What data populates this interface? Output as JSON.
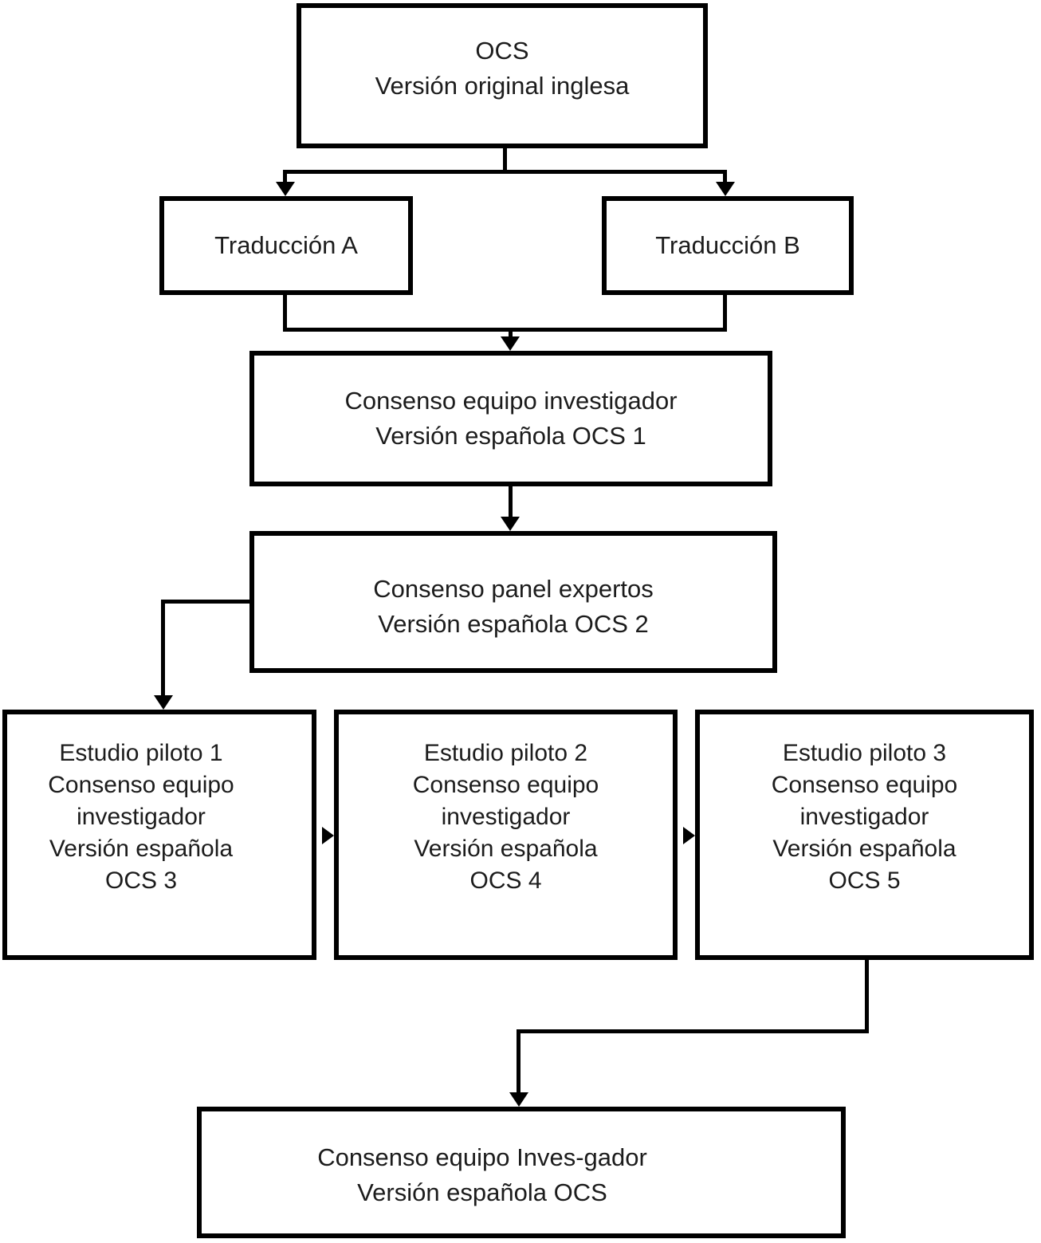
{
  "diagram": {
    "background_color": "#ffffff",
    "line_color": "#000000",
    "text_color": "#1c1c1c",
    "nodes": {
      "ocs": {
        "lines": [
          "OCS",
          "Versión original inglesa"
        ]
      },
      "trad_a": {
        "lines": [
          "Traducción A"
        ]
      },
      "trad_b": {
        "lines": [
          "Traducción B"
        ]
      },
      "consenso1": {
        "lines": [
          "Consenso equipo investigador",
          "Versión española OCS 1"
        ]
      },
      "consenso2": {
        "lines": [
          "Consenso panel expertos",
          "Versión española OCS 2"
        ]
      },
      "pilot1": {
        "lines": [
          "Estudio piloto 1",
          "Consenso equipo",
          "investigador",
          "Versión española",
          "OCS 3"
        ]
      },
      "pilot2": {
        "lines": [
          "Estudio piloto 2",
          "Consenso equipo",
          "investigador",
          "Versión española",
          "OCS 4"
        ]
      },
      "pilot3": {
        "lines": [
          "Estudio piloto 3",
          "Consenso equipo",
          "investigador",
          "Versión española",
          "OCS 5"
        ]
      },
      "final": {
        "lines": [
          "Consenso equipo Inves-gador",
          "Versión española OCS"
        ]
      }
    },
    "edges": [
      {
        "from": "ocs",
        "to": "trad_a"
      },
      {
        "from": "ocs",
        "to": "trad_b"
      },
      {
        "from": "trad_a",
        "to": "consenso1"
      },
      {
        "from": "trad_b",
        "to": "consenso1"
      },
      {
        "from": "consenso1",
        "to": "consenso2"
      },
      {
        "from": "consenso2",
        "to": "pilot1"
      },
      {
        "from": "pilot1",
        "to": "pilot2"
      },
      {
        "from": "pilot2",
        "to": "pilot3"
      },
      {
        "from": "pilot3",
        "to": "final"
      }
    ]
  }
}
